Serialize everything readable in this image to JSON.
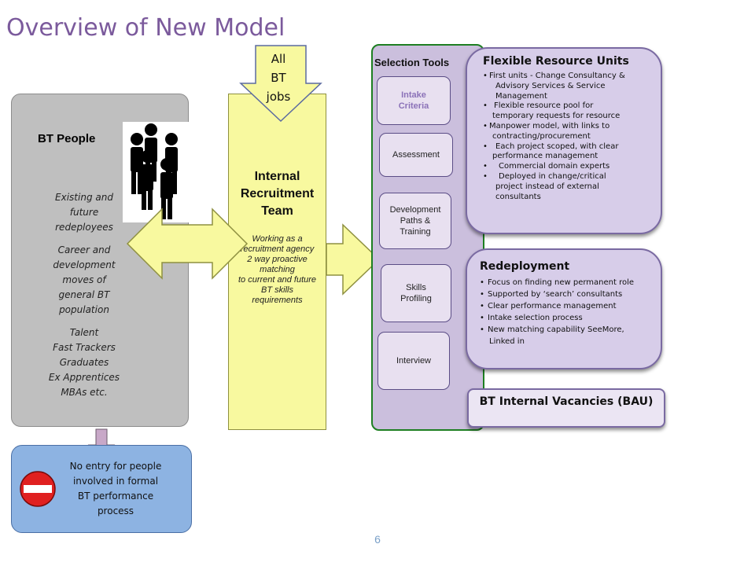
{
  "title": "Overview of New Model",
  "colors": {
    "title": "#7b5a9c",
    "people_panel": "#bfbfbf",
    "arrow_fill": "#f8f99f",
    "selection_panel": "#cbbfdd",
    "selection_border": "#1e7f22",
    "card_fill": "#d7cde9",
    "no_entry_box": "#8db3e2",
    "no_entry_sign": "#e02020"
  },
  "people": {
    "heading": "BT People",
    "icon": "people-group-icon",
    "groups": [
      [
        "Existing  and",
        "future",
        "redeployees"
      ],
      [
        "Career and",
        "development",
        "moves of",
        "general BT",
        "population"
      ],
      [
        "Talent",
        "Fast Trackers",
        "Graduates",
        "Ex Apprentices",
        "MBAs etc."
      ]
    ]
  },
  "all_jobs_arrow": {
    "lines": [
      "All",
      "BT",
      "jobs"
    ]
  },
  "recruitment_team": {
    "title_lines": [
      "Internal",
      "Recruitment",
      "Team"
    ],
    "description_lines": [
      "Working as a",
      "recruitment agency",
      "2 way proactive",
      "matching",
      "to current and future",
      "BT skills",
      "requirements"
    ]
  },
  "selection_tools": {
    "title": "Selection Tools",
    "tools": [
      {
        "lines": [
          "Intake",
          "Criteria"
        ]
      },
      {
        "lines": [
          "Assessment"
        ]
      },
      {
        "lines": [
          "Development",
          "Paths &",
          "Training"
        ]
      },
      {
        "lines": [
          "Skills",
          "Profiling"
        ]
      },
      {
        "lines": [
          "Interview"
        ]
      }
    ]
  },
  "flexible_units": {
    "title": "Flexible Resource Units",
    "bullets": [
      [
        "First units - Change Consultancy &",
        "Advisory Services & Service",
        "Management"
      ],
      [
        "Flexible resource pool for",
        "temporary requests for resource"
      ],
      [
        "Manpower model, with links to",
        "contracting/procurement"
      ],
      [
        "Each project scoped, with clear",
        "performance management"
      ],
      [
        "Commercial domain experts"
      ],
      [
        "Deployed in change/critical",
        "project instead of external",
        "consultants"
      ]
    ]
  },
  "redeployment": {
    "title": "Redeployment",
    "bullets": [
      [
        "Focus on finding new permanent role"
      ],
      [
        "Supported by ‘search’ consultants"
      ],
      [
        "Clear performance management"
      ],
      [
        "Intake selection process"
      ],
      [
        "New matching capability SeeMore,",
        "Linked in"
      ]
    ]
  },
  "bau": {
    "label": "BT Internal Vacancies (BAU)"
  },
  "no_entry": {
    "icon": "no-entry-icon",
    "lines": [
      "No entry for people",
      "involved in formal",
      "BT performance",
      "process"
    ]
  },
  "page_number": "6"
}
